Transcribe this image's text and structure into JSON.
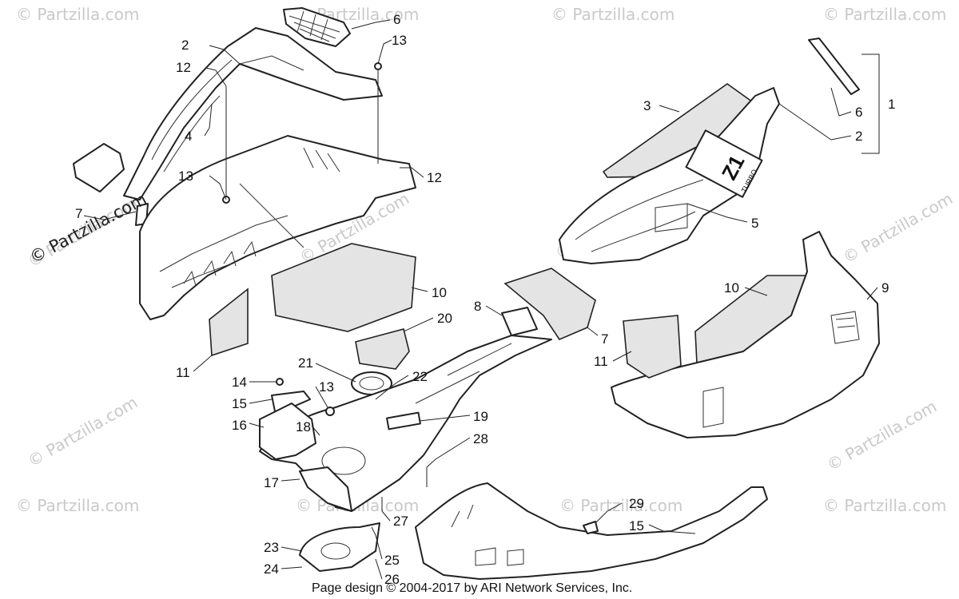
{
  "watermark": {
    "text": "© Partzilla.com"
  },
  "footer": {
    "text": "Page design © 2004-2017 by ARI Network Services, Inc."
  },
  "decal": {
    "text": "Z1",
    "subtext": "TURBO"
  },
  "callouts": {
    "left_hood": [
      "2",
      "12",
      "4",
      "13",
      "6",
      "13",
      "12",
      "7"
    ],
    "right_hood": [
      "3",
      "6",
      "1",
      "2",
      "5"
    ],
    "left_side": [
      "10",
      "11"
    ],
    "right_side": [
      "10",
      "9",
      "8",
      "7",
      "11"
    ],
    "belly": [
      "20",
      "21",
      "22",
      "14",
      "13",
      "15",
      "19",
      "16",
      "18",
      "28",
      "17",
      "27",
      "29",
      "15",
      "23",
      "25",
      "24",
      "26"
    ]
  }
}
